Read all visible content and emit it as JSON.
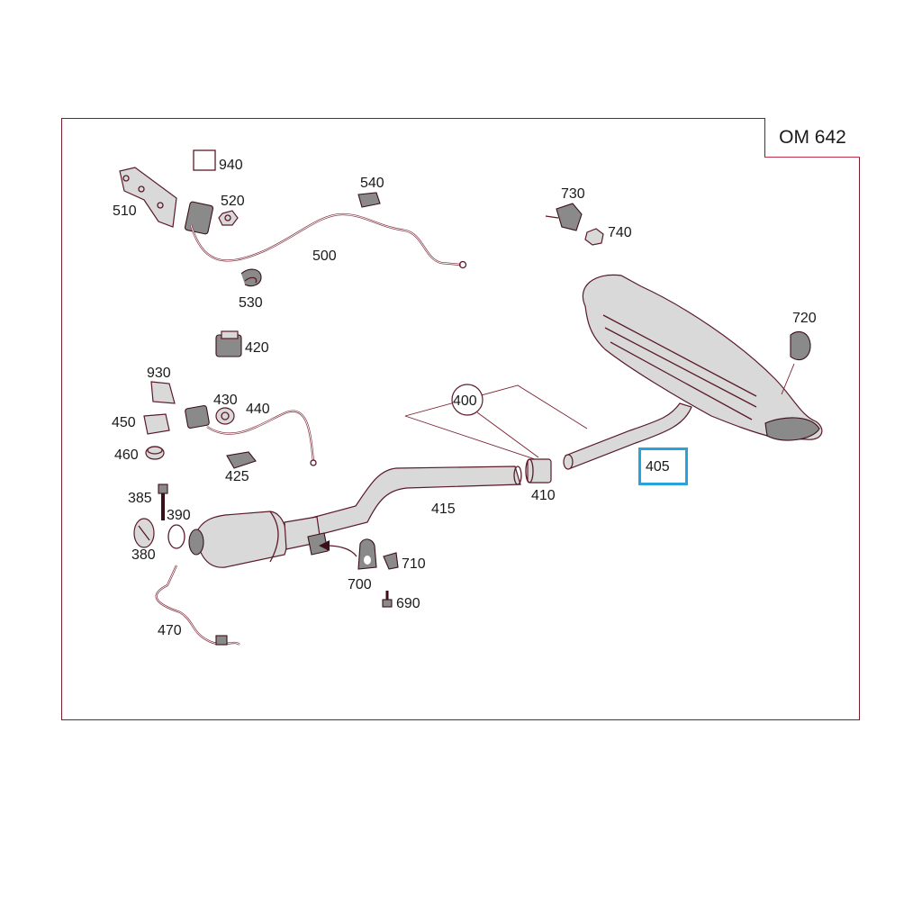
{
  "model_label": "OM 642",
  "highlight_color": "#29a3db",
  "line_color": "#7a1d2e",
  "parts": {
    "p940": "940",
    "p520": "520",
    "p510": "510",
    "p540": "540",
    "p500": "500",
    "p530": "530",
    "p730": "730",
    "p740": "740",
    "p720": "720",
    "p420": "420",
    "p930": "930",
    "p430": "430",
    "p440": "440",
    "p450": "450",
    "p460": "460",
    "p425": "425",
    "p400": "400",
    "p405": "405",
    "p410": "410",
    "p415": "415",
    "p385": "385",
    "p390": "390",
    "p380": "380",
    "p470": "470",
    "p700": "700",
    "p710": "710",
    "p690": "690"
  },
  "highlighted_part": "405"
}
